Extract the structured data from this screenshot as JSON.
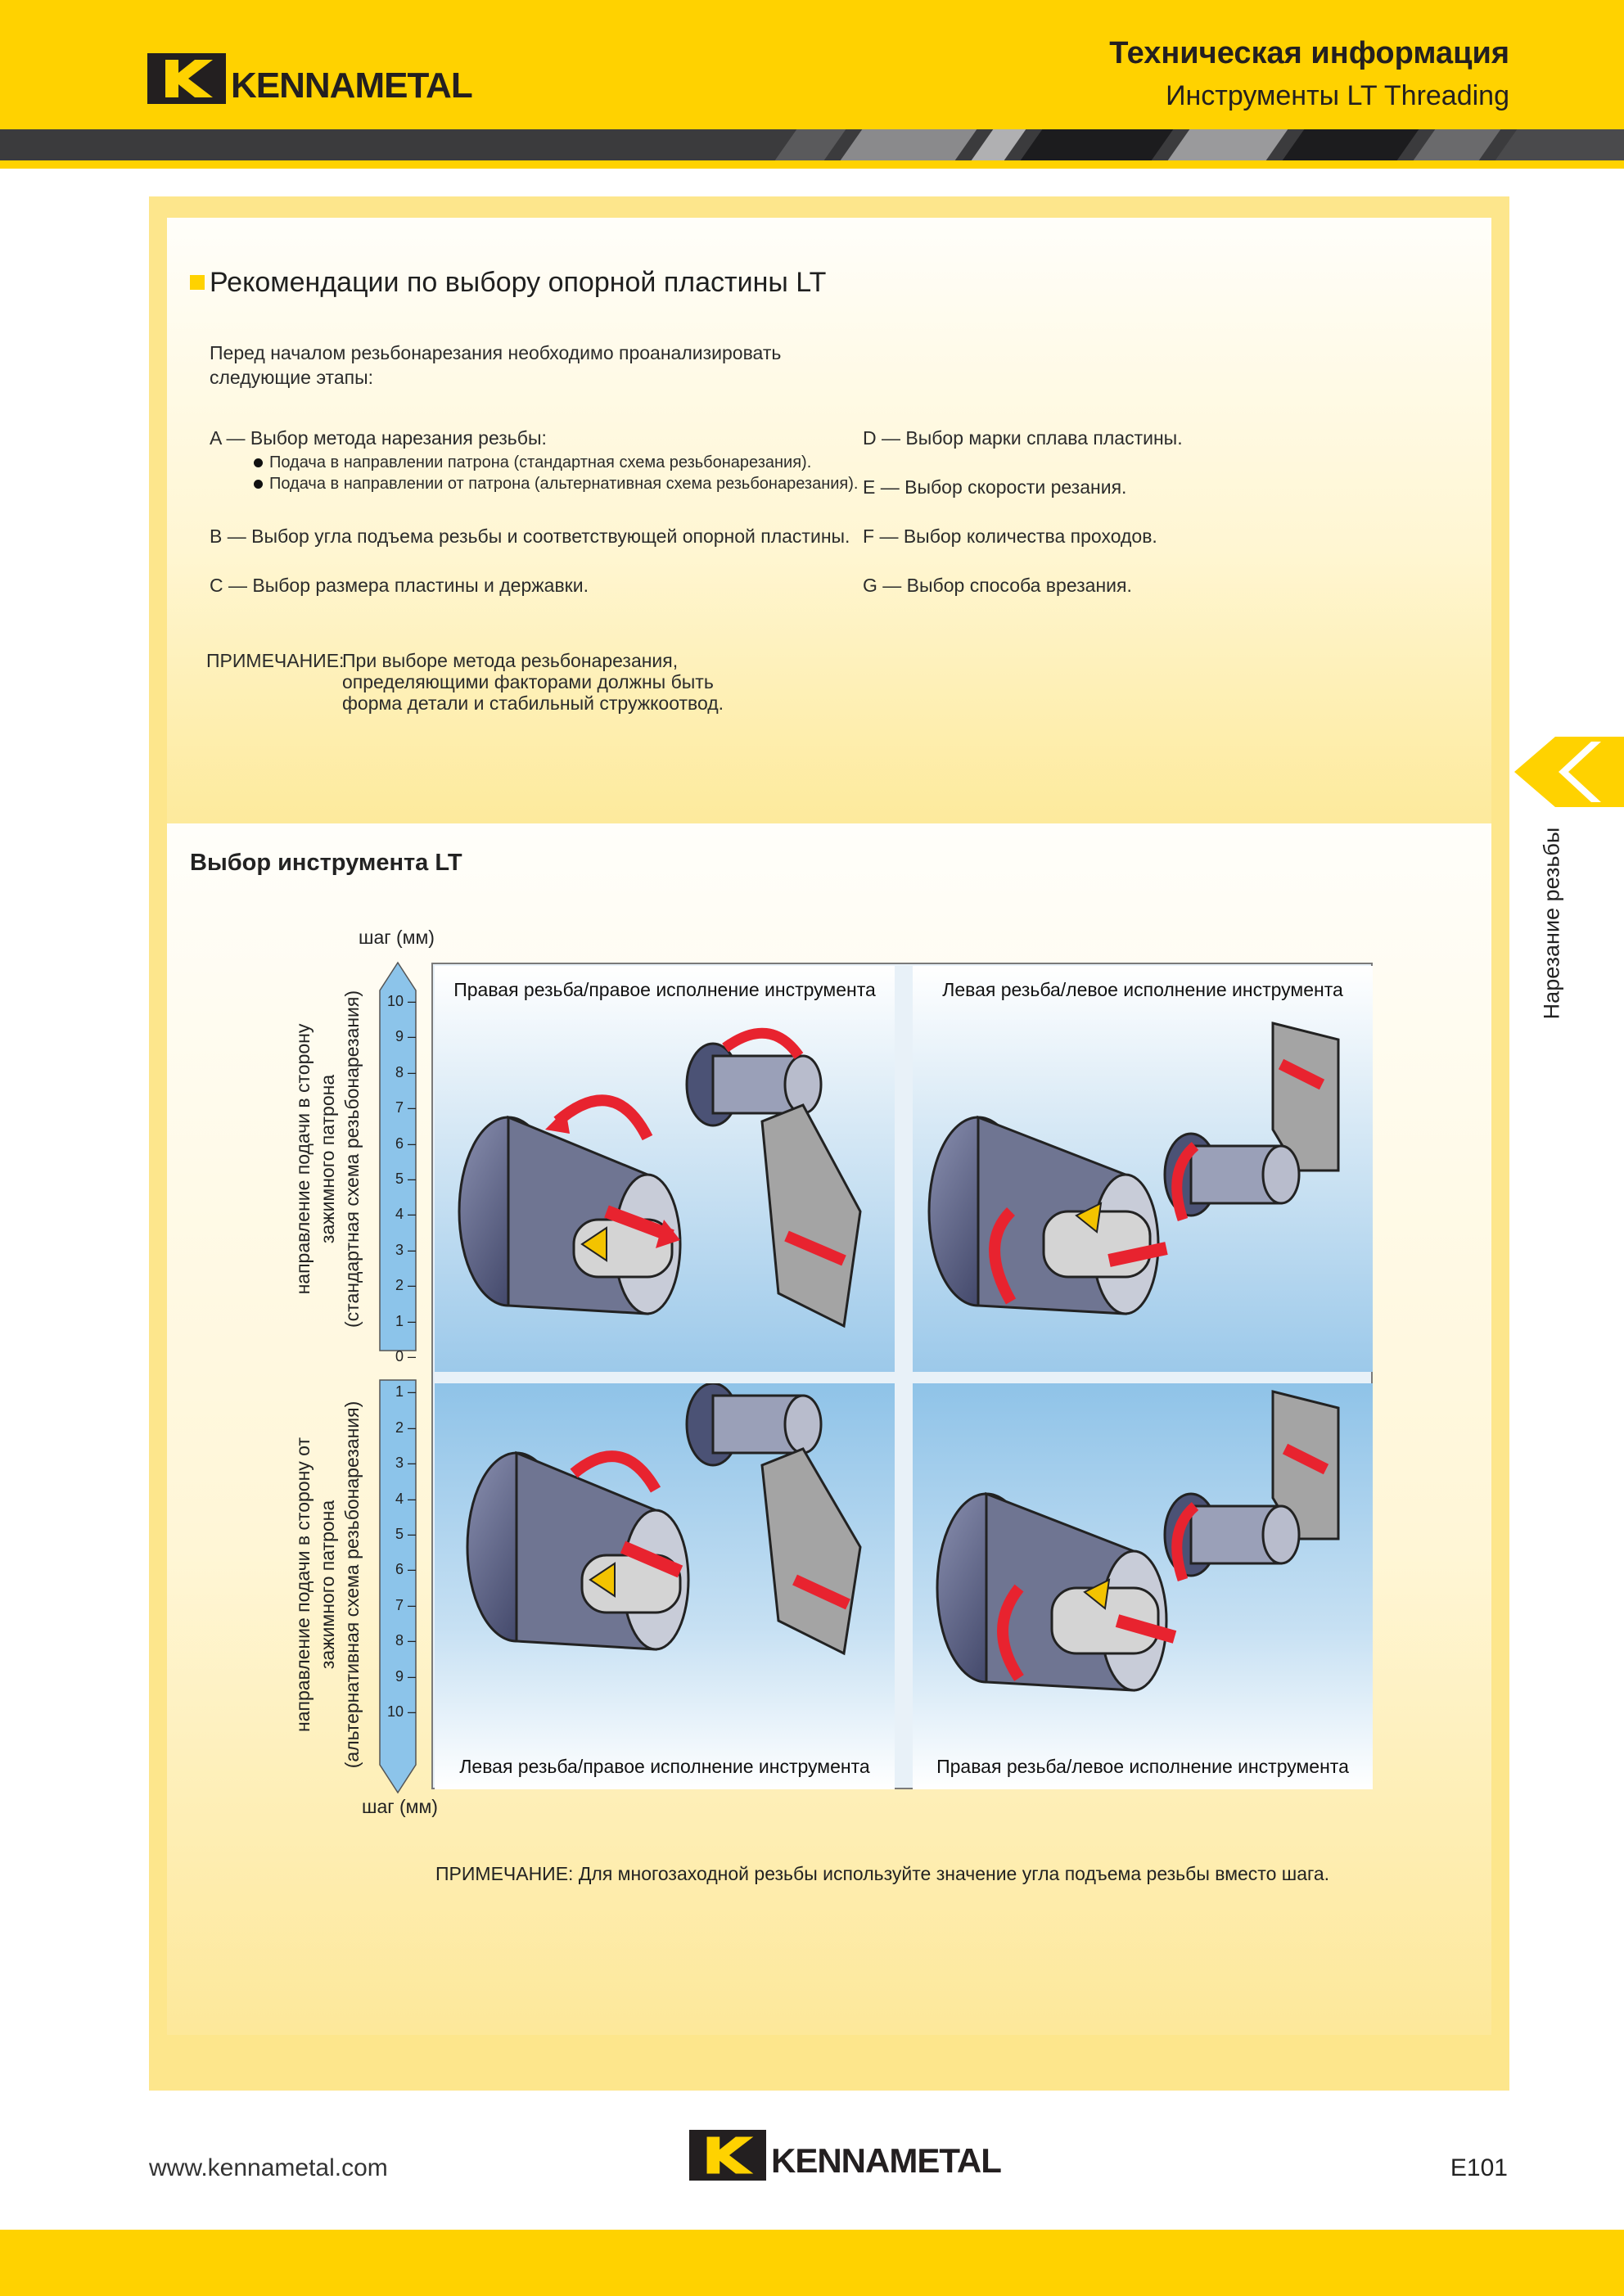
{
  "header": {
    "brand": "KENNAMETAL",
    "title": "Техническая информация",
    "subtitle": "Инструменты LT Threading"
  },
  "section1": {
    "title": "Рекомендации по выбору опорной пластины LT",
    "intro_line1": "Перед началом резьбонарезания необходимо проанализировать",
    "intro_line2": "следующие этапы:",
    "step_a": "A — Выбор метода нарезания резьбы:",
    "step_a_bullet1": "Подача в направлении патрона (стандартная схема резьбонарезания).",
    "step_a_bullet2": "Подача в направлении от патрона (альтернативная схема резьбонарезания).",
    "step_b": "B — Выбор угла подъема резьбы и соответствующей опорной пластины.",
    "step_c": "C — Выбор размера пластины и державки.",
    "step_d": "D — Выбор марки сплава пластины.",
    "step_e": "E — Выбор скорости резания.",
    "step_f": "F — Выбор количества проходов.",
    "step_g": "G — Выбор способа врезания.",
    "note_label": "ПРИМЕЧАНИЕ:",
    "note_line1": "При выборе метода резьбонарезания,",
    "note_line2": "определяющими факторами должны быть",
    "note_line3": "форма детали и стабильный стружкоотвод."
  },
  "section2": {
    "title": "Выбор инструмента LT",
    "pitch_label_top": "шаг (мм)",
    "pitch_label_bottom": "шаг (мм)",
    "ticks_top": [
      "10 –",
      "9 –",
      "8 –",
      "7 –",
      "6 –",
      "5 –",
      "4 –",
      "3 –",
      "2 –",
      "1 –"
    ],
    "tick_zero": "0 –",
    "ticks_bottom": [
      "1 –",
      "2 –",
      "3 –",
      "4 –",
      "5 –",
      "6 –",
      "7 –",
      "8 –",
      "9 –",
      "10 –"
    ],
    "side_top_line1": "направление подачи в сторону",
    "side_top_line2": "зажимного патрона",
    "side_top_line3": "(стандартная схема резьбонарезания)",
    "side_bottom_line1": "направление подачи в сторону от",
    "side_bottom_line2": "зажимного патрона",
    "side_bottom_line3": "(альтернативная схема резьбонарезания)",
    "cells": {
      "top_left": "Правая резьба/правое исполнение инструмента",
      "top_right": "Левая резьба/левое исполнение инструмента",
      "bottom_left": "Левая резьба/правое исполнение инструмента",
      "bottom_right": "Правая резьба/левое исполнение инструмента"
    },
    "note": "ПРИМЕЧАНИЕ: Для многозаходной резьбы используйте значение угла подъема резьбы вместо шага."
  },
  "side_tab": {
    "label": "Нарезание резьбы"
  },
  "footer": {
    "url": "www.kennametal.com",
    "brand": "KENNAMETAL",
    "page": "E101"
  },
  "colors": {
    "brand_yellow": "#ffd200",
    "dark": "#231f20",
    "arrow_red": "#e8232f",
    "scale_blue": "#8cc4ea"
  }
}
